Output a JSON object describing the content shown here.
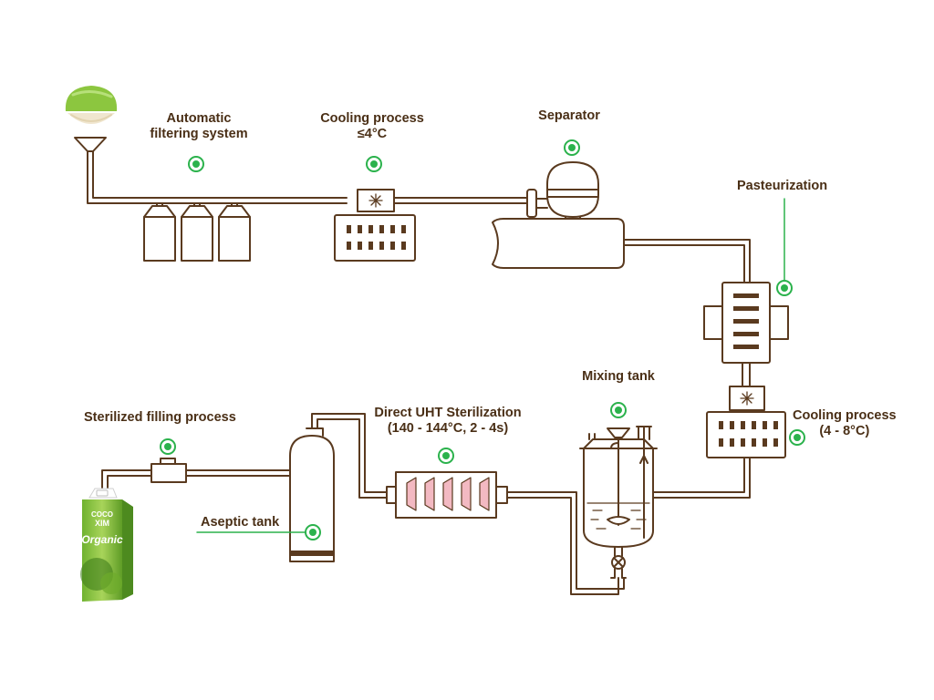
{
  "colors": {
    "pipe": "#5a3a1f",
    "accent": "#2bb24c",
    "heater": "#f3b9c2",
    "coconut_green": "#8cc63f"
  },
  "labels": {
    "automatic_filtering_line1": "Automatic",
    "automatic_filtering_line2": "filtering system",
    "cooling1_line1": "Cooling process",
    "cooling1_line2": "≤4°C",
    "separator": "Separator",
    "pasteurization": "Pasteurization",
    "cooling2_line1": "Cooling process",
    "cooling2_line2": "(4 - 8°C)",
    "mixing_tank": "Mixing tank",
    "uht_line1": "Direct UHT Sterilization",
    "uht_line2": "(140 - 144°C, 2 - 4s)",
    "sterilized_filling": "Sterilized filling process",
    "aseptic_tank": "Aseptic tank"
  },
  "package": {
    "brand_line1": "COCO",
    "brand_line2": "XIM",
    "product": "Organic"
  }
}
